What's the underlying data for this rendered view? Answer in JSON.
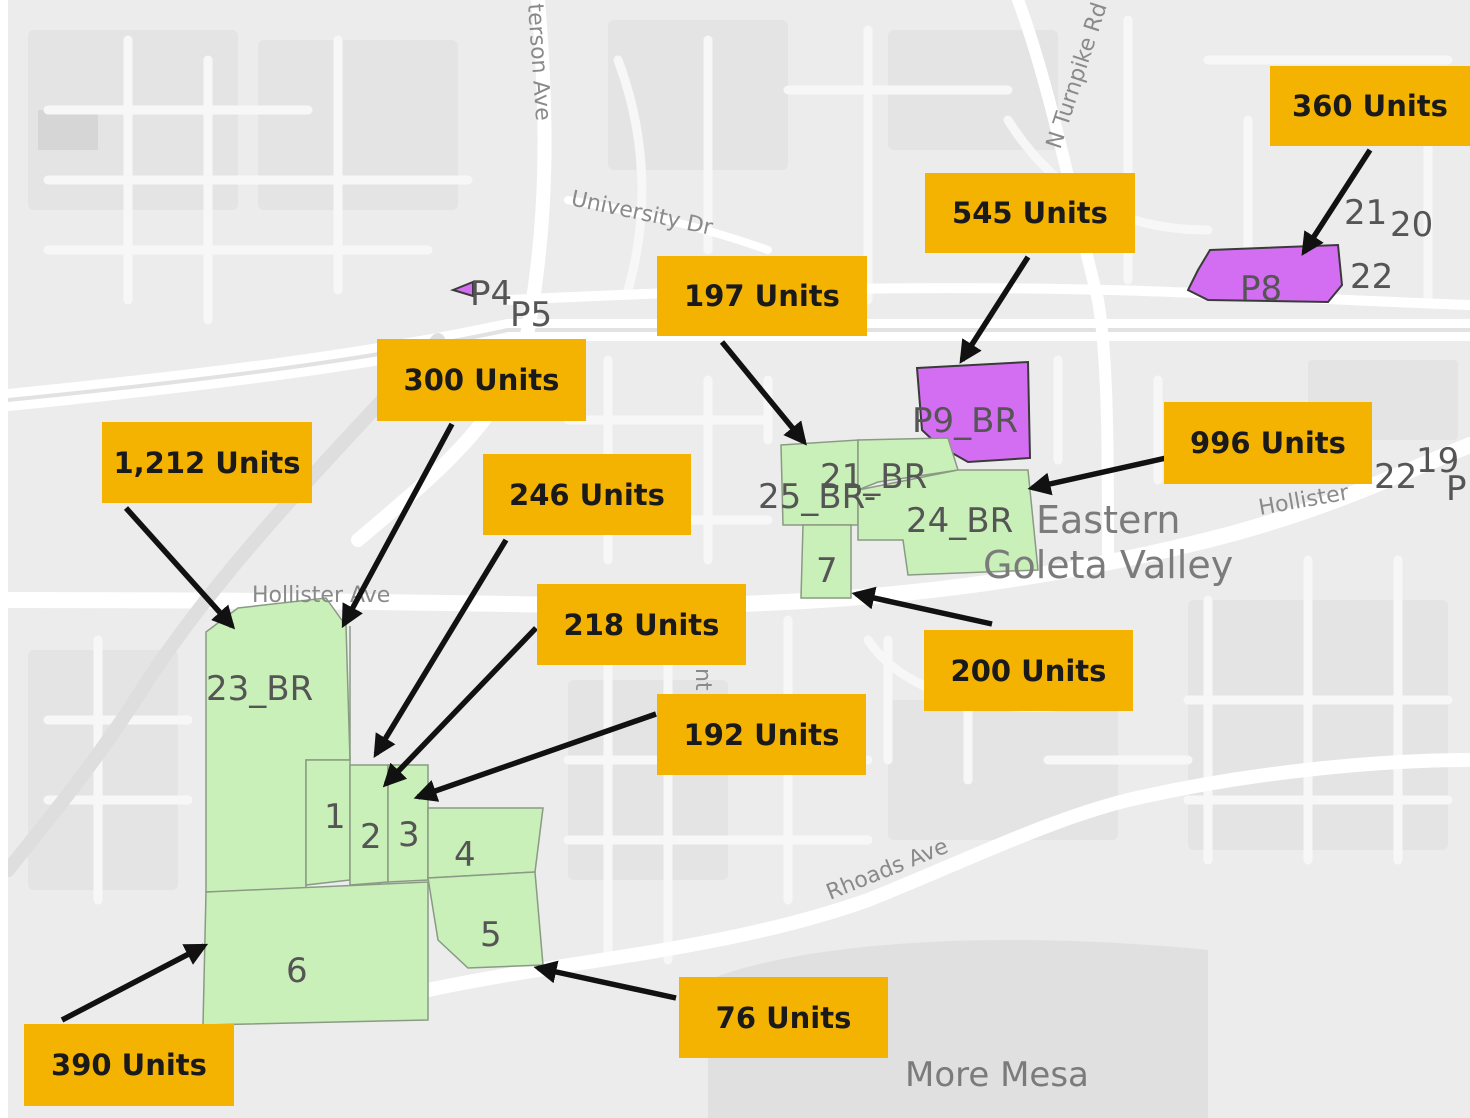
{
  "road_labels": {
    "peterson_ave": "terson Ave",
    "university_dr": "University Dr",
    "n_turnpike_rd": "N Turnpike Rd",
    "hollister_ave_west": "Hollister Ave",
    "hollister_ave_east": "Hollister",
    "rhoads_ave": "Rhoads Ave",
    "unlabeled_fragment": "nt"
  },
  "place_labels": {
    "eastern_line1": "Eastern",
    "eastern_line2": "Goleta Valley",
    "more_mesa": "More Mesa"
  },
  "parcel_labels": {
    "p4": "P4",
    "p5": "P5",
    "p8": "P8",
    "p9_br": "P9_BR",
    "n21": "21",
    "n20": "20",
    "n22": "22",
    "r_22": "22",
    "r_19": "19",
    "r_p": "P",
    "n21_br": "21_BR",
    "n25_br": "25_BR-",
    "n24_br": "24_BR",
    "n7": "7",
    "n23_br": "23_BR",
    "n1": "1",
    "n2": "2",
    "n3": "3",
    "n4": "4",
    "n5": "5",
    "n6": "6"
  },
  "callouts": {
    "c360": "360 Units",
    "c545": "545 Units",
    "c197": "197 Units",
    "c300": "300 Units",
    "c1212": "1,212 Units",
    "c246": "246 Units",
    "c996": "996 Units",
    "c218": "218 Units",
    "c200": "200 Units",
    "c192": "192 Units",
    "c390": "390 Units",
    "c76": "76 Units"
  },
  "colors": {
    "map_background": "#ececec",
    "road": "#ffffff",
    "green_parcel": "#c9f0b8",
    "purple_parcel": "#d36ef2",
    "callout": "#f5b301",
    "arrow": "#111111"
  }
}
